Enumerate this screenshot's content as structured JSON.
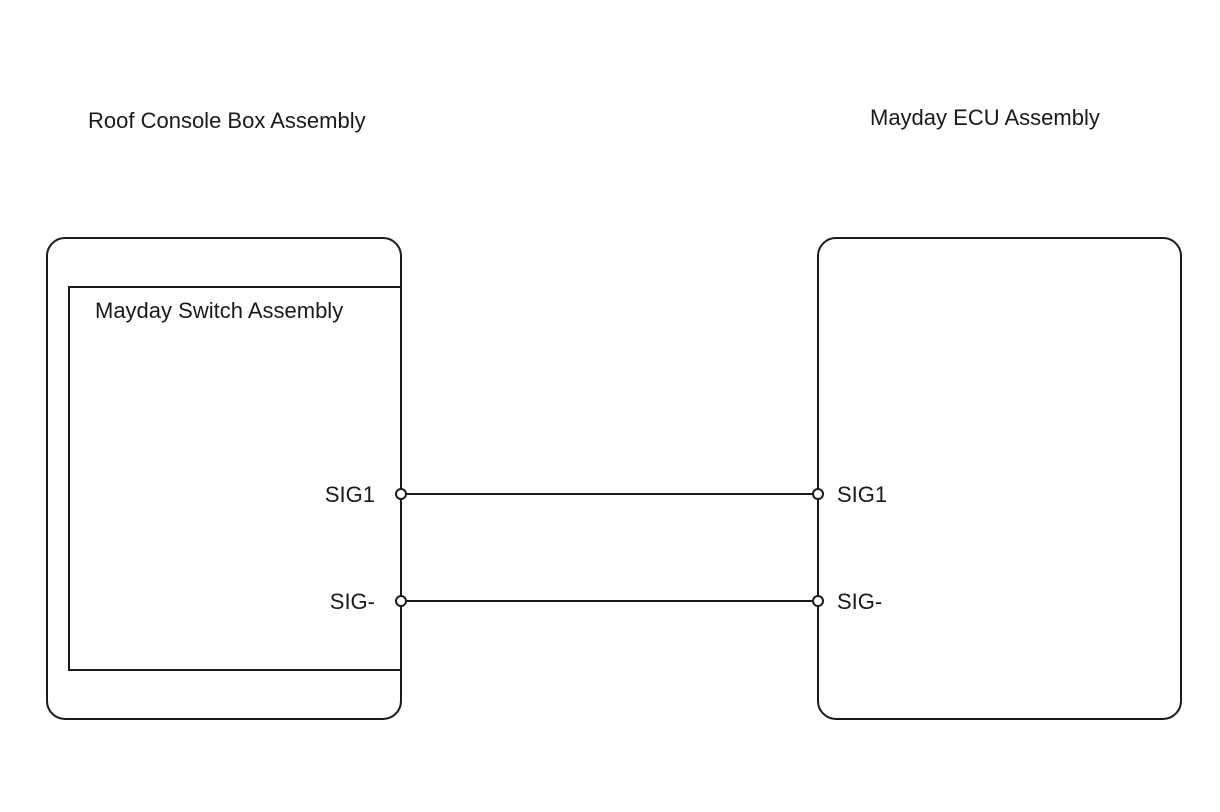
{
  "diagram": {
    "left_unit": {
      "title": "Roof Console Box Assembly",
      "sub_unit": {
        "title": "Mayday Switch Assembly"
      },
      "pins": [
        "SIG1",
        "SIG-"
      ]
    },
    "right_unit": {
      "title": "Mayday ECU Assembly",
      "pins": [
        "SIG1",
        "SIG-"
      ]
    },
    "connections": [
      {
        "from": "SIG1",
        "to": "SIG1"
      },
      {
        "from": "SIG-",
        "to": "SIG-"
      }
    ]
  }
}
